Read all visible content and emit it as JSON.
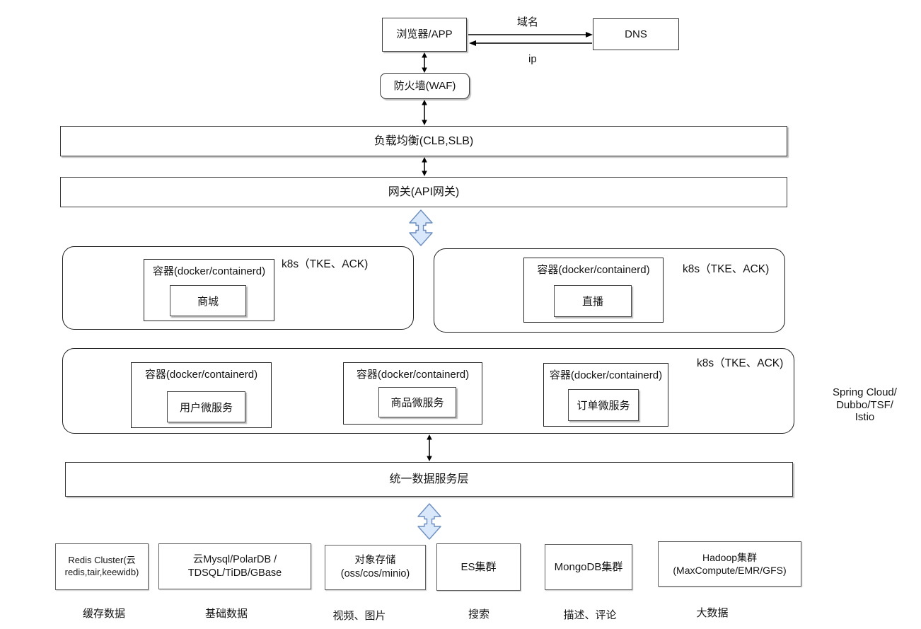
{
  "nodes": {
    "browser": "浏览器/APP",
    "dns": "DNS",
    "domain_label": "域名",
    "ip_label": "ip",
    "waf": "防火墙(WAF)",
    "load_balancer": "负载均衡(CLB,SLB)",
    "gateway": "网关(API网关)",
    "data_layer": "统一数据服务层"
  },
  "k8s": {
    "cluster_label": "k8s（TKE、ACK)",
    "container_title": "容器(docker/containerd)",
    "services": {
      "mall": "商城",
      "live": "直播",
      "user": "用户微服务",
      "product": "商品微服务",
      "order": "订单微服务"
    },
    "framework_note": [
      "Spring Cloud/",
      "Dubbo/TSF/",
      "Istio"
    ]
  },
  "storage": [
    {
      "lines": [
        "Redis Cluster(云",
        "redis,tair,keewidb)"
      ],
      "category": "缓存数据"
    },
    {
      "lines": [
        "云Mysql/PolarDB /",
        "TDSQL/TiDB/GBase"
      ],
      "category": "基础数据"
    },
    {
      "lines": [
        "对象存储",
        "(oss/cos/minio)"
      ],
      "category": "视频、图片"
    },
    {
      "lines": [
        "ES集群"
      ],
      "category": "搜索"
    },
    {
      "lines": [
        "MongoDB集群"
      ],
      "category": "描述、评论"
    },
    {
      "lines": [
        "Hadoop集群",
        "(MaxCompute/EMR/GFS)"
      ],
      "category": "大数据"
    }
  ],
  "colors": {
    "line": "#000000",
    "box_border": "#3a3a3a",
    "blue_arrow_fill": "#dae8fc",
    "blue_arrow_stroke": "#6c8ebf"
  }
}
